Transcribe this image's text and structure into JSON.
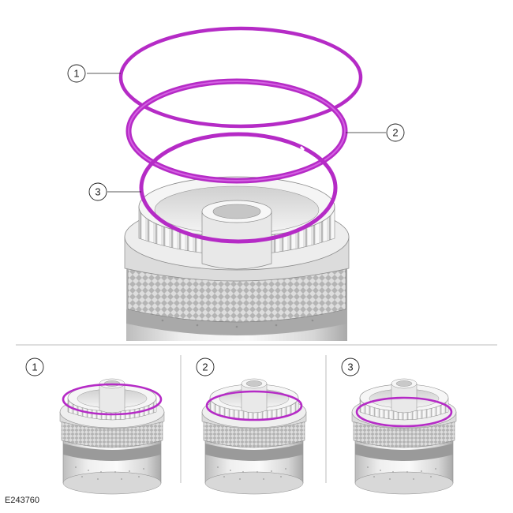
{
  "main_view": {
    "callouts": [
      {
        "id": "ring-1",
        "label": "1"
      },
      {
        "id": "ring-2",
        "label": "2"
      },
      {
        "id": "ring-3",
        "label": "3"
      }
    ]
  },
  "panels": [
    {
      "label": "1"
    },
    {
      "label": "2"
    },
    {
      "label": "3"
    }
  ],
  "figure_id": "E243760",
  "colors": {
    "ring": "#b52bc6",
    "ring_highlight": "#d460e2",
    "metal_light": "#f2f2f2",
    "metal_mid": "#cfcfcf",
    "metal_dark": "#8e8e8e",
    "divider": "#bdbdbd"
  }
}
